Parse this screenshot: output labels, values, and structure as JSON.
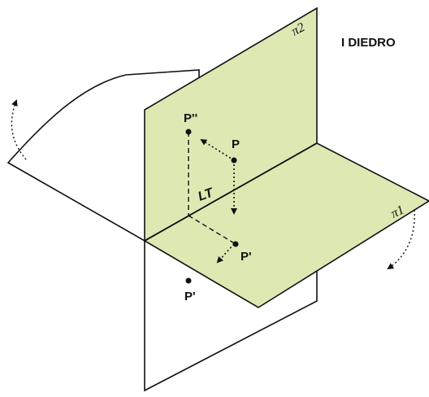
{
  "diagram": {
    "title": "I DIEDRO",
    "plane_vertical_label": "π2",
    "plane_horizontal_label": "π1",
    "ground_line_label": "LT",
    "point_label": "P",
    "vertical_projection_label": "P''",
    "horizontal_projection_label": "P'",
    "folded_projection_label": "P'",
    "colors": {
      "plane_fill": "#dde8b3",
      "stroke": "#111111",
      "background": "#ffffff"
    }
  }
}
